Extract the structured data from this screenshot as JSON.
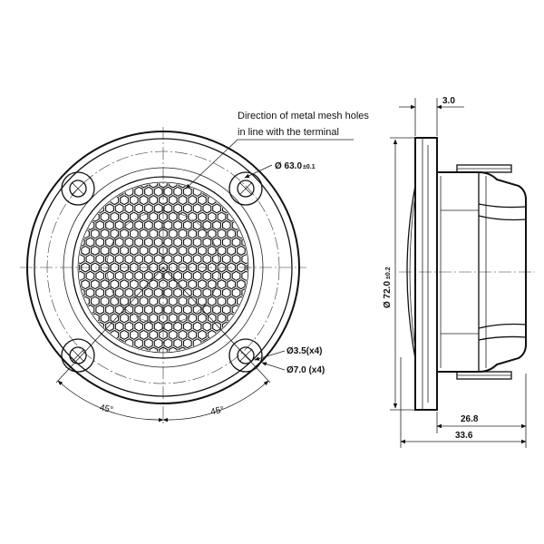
{
  "front_view": {
    "mesh_note_line1": "Direction of metal mesh holes",
    "mesh_note_line2": "in line with the terminal",
    "mesh_diameter_main": "Ø 63.0",
    "mesh_diameter_tol": "±0.1",
    "hole_small": "Ø3.5(x4)",
    "hole_large": "Ø7.0 (x4)",
    "angle_left": "45°",
    "angle_right": "45°"
  },
  "side_view": {
    "flange_thickness": "3.0",
    "outer_diameter_main": "Ø 72.0",
    "outer_diameter_tol": "±0.2",
    "body_depth": "26.8",
    "total_depth": "33.6"
  }
}
